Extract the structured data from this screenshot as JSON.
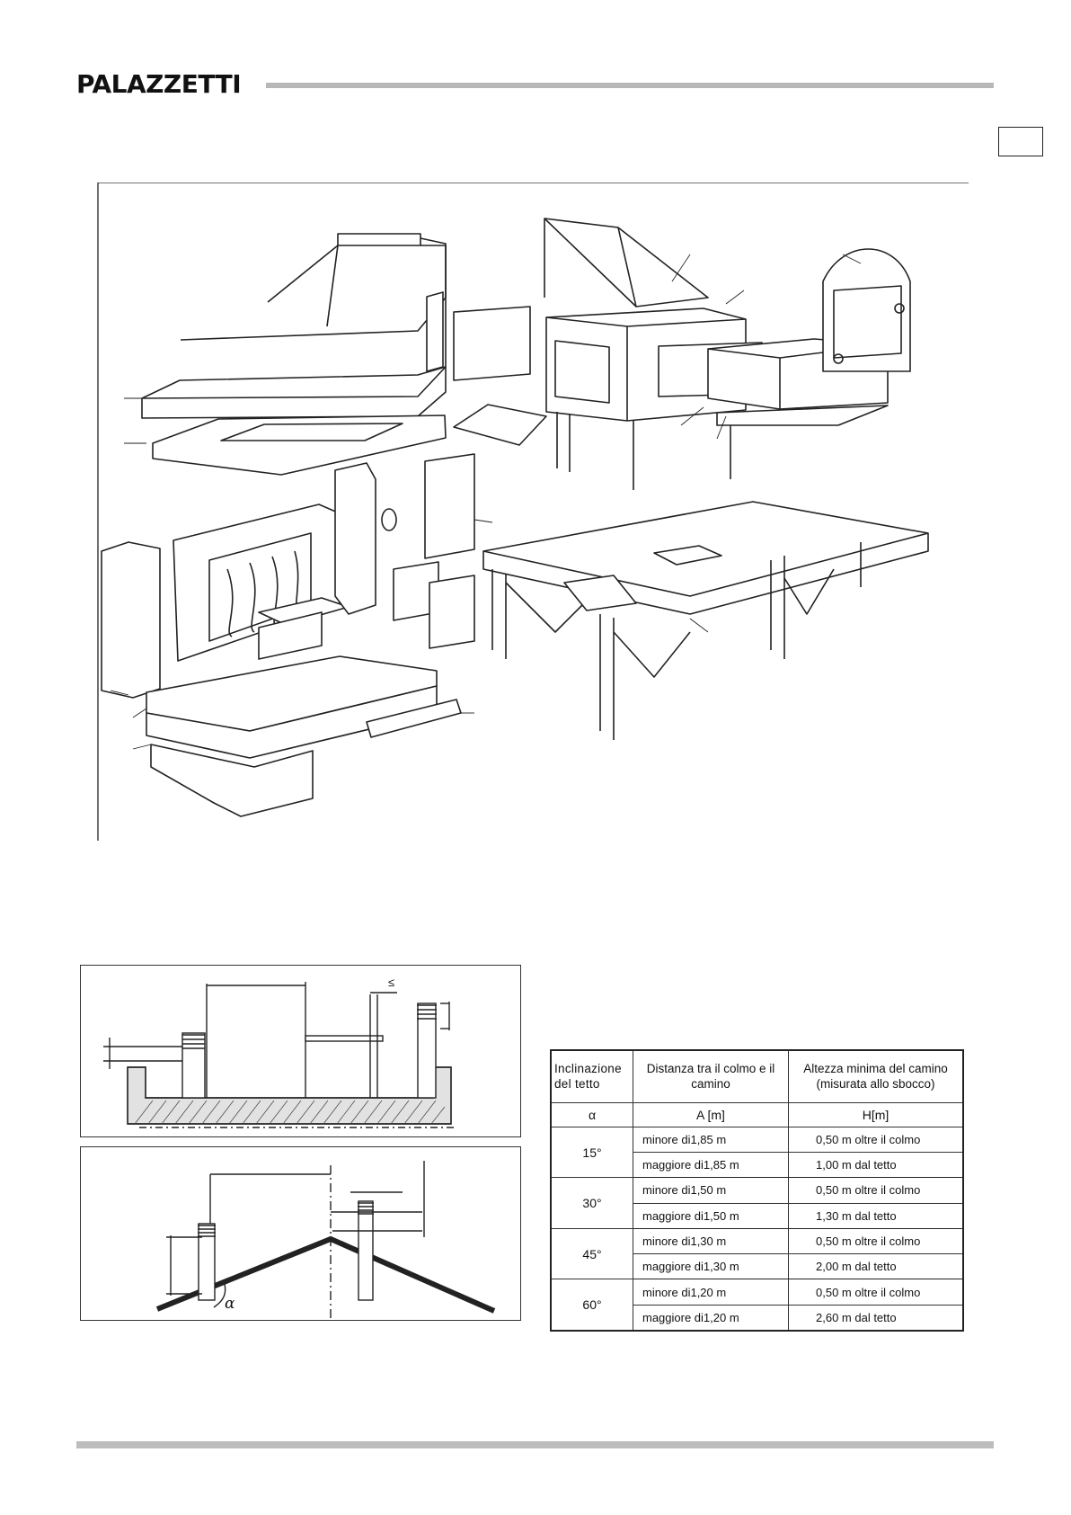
{
  "header": {
    "brand": "PALAZZETTI"
  },
  "diagram": {
    "height_sign": "≤",
    "angle_symbol": "α"
  },
  "table": {
    "headers": {
      "incline": "Inclinazione del tetto",
      "distance": "Distanza tra il colmo e il camino",
      "height": "Altezza minima del camino (misurata allo sbocco)"
    },
    "symbols": {
      "angle": "α",
      "distance": "A [m]",
      "height": "H[m]"
    },
    "rows": [
      {
        "angle": "15°",
        "lt": "minore di1,85 m",
        "lt_h": "0,50 m oltre il colmo",
        "gt": "maggiore di1,85 m",
        "gt_h": "1,00 m dal tetto"
      },
      {
        "angle": "30°",
        "lt": "minore di1,50 m",
        "lt_h": "0,50 m oltre il colmo",
        "gt": "maggiore di1,50 m",
        "gt_h": "1,30 m dal tetto"
      },
      {
        "angle": "45°",
        "lt": "minore di1,30 m",
        "lt_h": "0,50 m oltre il colmo",
        "gt": "maggiore di1,30 m",
        "gt_h": "2,00 m dal tetto"
      },
      {
        "angle": "60°",
        "lt": "minore di1,20 m",
        "lt_h": "0,50 m oltre il colmo",
        "gt": "maggiore di1,20 m",
        "gt_h": "2,60 m dal tetto"
      }
    ]
  }
}
